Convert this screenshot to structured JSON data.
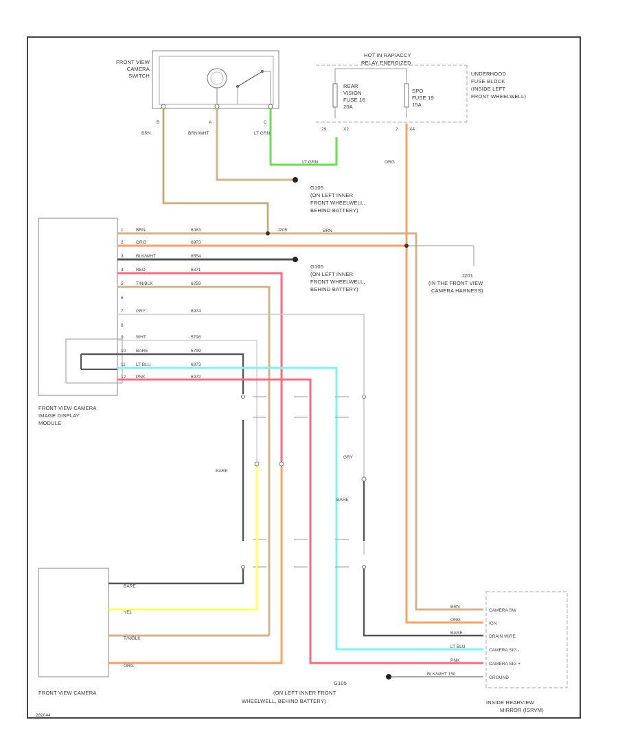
{
  "components": {
    "switch": {
      "name_lines": [
        "FRONT VIEW",
        "CAMERA",
        "SWITCH"
      ],
      "pins": [
        "B",
        "A",
        "C"
      ]
    },
    "fuse_block": {
      "note_lines": [
        "HOT IN RAP/ACCY",
        "RELAY ENERGIZED"
      ],
      "name_lines": [
        "UNDERHOOD",
        "FUSE BLOCK",
        "(INSIDE LEFT",
        "FRONT WHEELWELL)"
      ]
    },
    "fuse_rear": {
      "lines": [
        "REAR",
        "VISION",
        "FUSE 16",
        "20A"
      ],
      "pins": [
        "29",
        "X2"
      ]
    },
    "fuse_spo": {
      "lines": [
        "SPO",
        "FUSE 19",
        "15A"
      ],
      "pins": [
        "2",
        "X4"
      ]
    },
    "display_module": {
      "name_lines": [
        "FRONT VIEW CAMERA",
        "IMAGE DISPLAY",
        "MODULE"
      ]
    },
    "camera": {
      "name": "FRONT VIEW CAMERA"
    },
    "mirror": {
      "name_lines": [
        "INSIDE REARVIEW",
        "MIRROR (ISRVM)"
      ],
      "pins": [
        "CAMERA SW",
        "IGN",
        "DRAIN WIRE",
        "CAMERA SIG -",
        "CAMERA SIG +",
        "GROUND"
      ]
    }
  },
  "grounds": {
    "g1": {
      "lines": [
        "G105",
        "(ON LEFT INNER",
        "FRONT WHEELWELL,",
        "BEHIND BATTERY)"
      ]
    },
    "g2": {
      "lines": [
        "G105",
        "(ON LEFT INNER",
        "FRONT WHEELWELL,",
        "BEHIND BATTERY)"
      ]
    },
    "g3": {
      "lines": [
        "G105",
        "(ON LEFT INNER FRONT",
        "WHEELWELL, BEHIND BATTERY)"
      ]
    }
  },
  "splices": {
    "s1": {
      "name": "J205"
    },
    "s2": {
      "lines": [
        "J201",
        "(IN THE FRONT VIEW",
        "CAMERA HARNESS)"
      ]
    }
  },
  "wires": {
    "sw_b": "BRN",
    "sw_a": "BRN/WHT",
    "sw_c": "LT GRN",
    "sw_c_run": "LT GRN",
    "ign": "ORG",
    "module_rows": [
      {
        "pin": "1",
        "color": "BRN",
        "circuit": "6083"
      },
      {
        "pin": "2",
        "color": "ORG",
        "circuit": "6973"
      },
      {
        "pin": "3",
        "color": "BLK/WHT",
        "circuit": "6554"
      },
      {
        "pin": "4",
        "color": "RED",
        "circuit": "6371"
      },
      {
        "pin": "5",
        "color": "T/N/BLK",
        "circuit": "6259"
      },
      {
        "pin": "6",
        "color": "",
        "circuit": ""
      },
      {
        "pin": "7",
        "color": "GRY",
        "circuit": "6974"
      },
      {
        "pin": "8",
        "color": "",
        "circuit": ""
      },
      {
        "pin": "9",
        "color": "WHT",
        "circuit": "5798"
      },
      {
        "pin": "10",
        "color": "BARE",
        "circuit": "5799"
      },
      {
        "pin": "11",
        "color": "LT BLU",
        "circuit": "6973"
      },
      {
        "pin": "12",
        "color": "PNK",
        "circuit": "6972"
      }
    ],
    "brn_trunk": "BRN",
    "bare_v": "BARE",
    "gry_v": "GRY",
    "bare_v2": "BARE",
    "camera_rows": [
      "BARE",
      "YEL",
      "T/N/BLK",
      "ORG"
    ],
    "mirror_rows": [
      "BRN",
      "ORG",
      "BARE",
      "LT BLU",
      "PNK",
      "BLK/WHT 150"
    ]
  },
  "footer": {
    "code": "282044"
  }
}
